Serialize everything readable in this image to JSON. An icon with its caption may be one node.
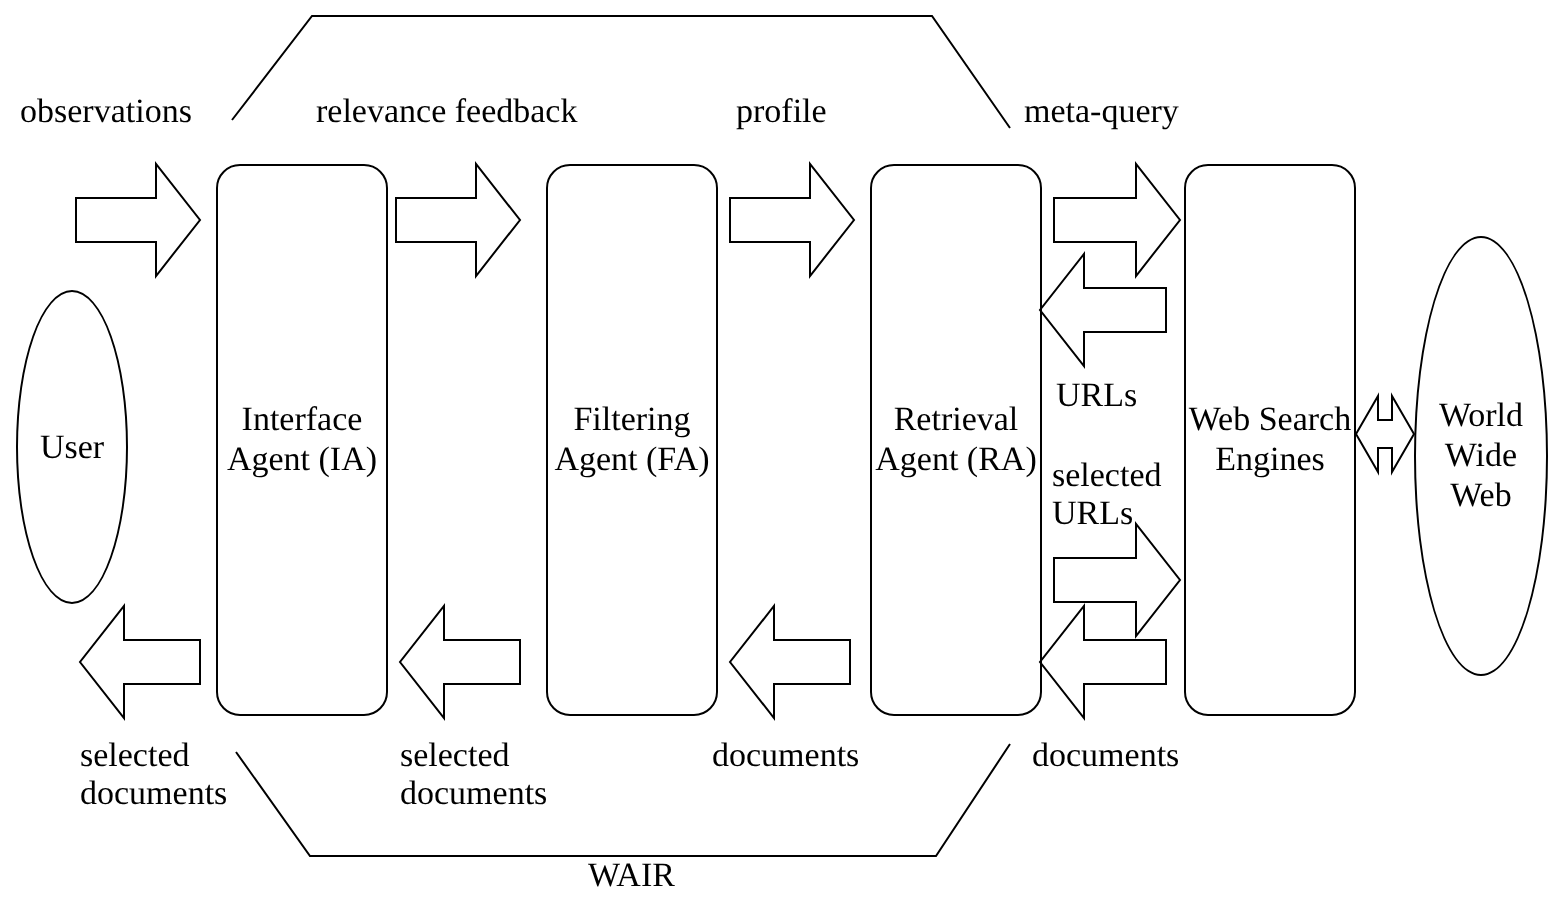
{
  "diagram": {
    "nodes": [
      {
        "text": [
          "User"
        ]
      },
      {
        "text": [
          "Interface Agent (IA)"
        ]
      },
      {
        "text": [
          "Filtering Agent (FA)"
        ]
      },
      {
        "text": [
          "Retrieval Agent (RA)"
        ]
      },
      {
        "text": [
          "Web Search Engines"
        ]
      },
      {
        "text": [
          "World Wide Web"
        ]
      }
    ],
    "edges": [
      {
        "from": 0,
        "to": 1,
        "arrow": "to",
        "label": "observations"
      },
      {
        "from": 1,
        "to": 2,
        "arrow": "to",
        "label": "relevance feedback"
      },
      {
        "from": 2,
        "to": 3,
        "arrow": "to",
        "label": "profile"
      },
      {
        "from": 3,
        "to": 4,
        "arrow": "to",
        "label": "meta-query"
      },
      {
        "from": 4,
        "to": 3,
        "arrow": "to",
        "label": "URLs"
      },
      {
        "from": 3,
        "to": 4,
        "arrow": "to",
        "label": "selected URLs"
      },
      {
        "from": 1,
        "to": 0,
        "arrow": "to",
        "label": "selected documents"
      },
      {
        "from": 2,
        "to": 1,
        "arrow": "to",
        "label": "selected documents"
      },
      {
        "from": 3,
        "to": 2,
        "arrow": "to",
        "label": "documents"
      },
      {
        "from": 4,
        "to": 3,
        "arrow": "to",
        "label": "documents"
      },
      {
        "from": 4,
        "to": 5,
        "arrow": "both"
      }
    ],
    "labels": [
      "WAIR"
    ]
  }
}
